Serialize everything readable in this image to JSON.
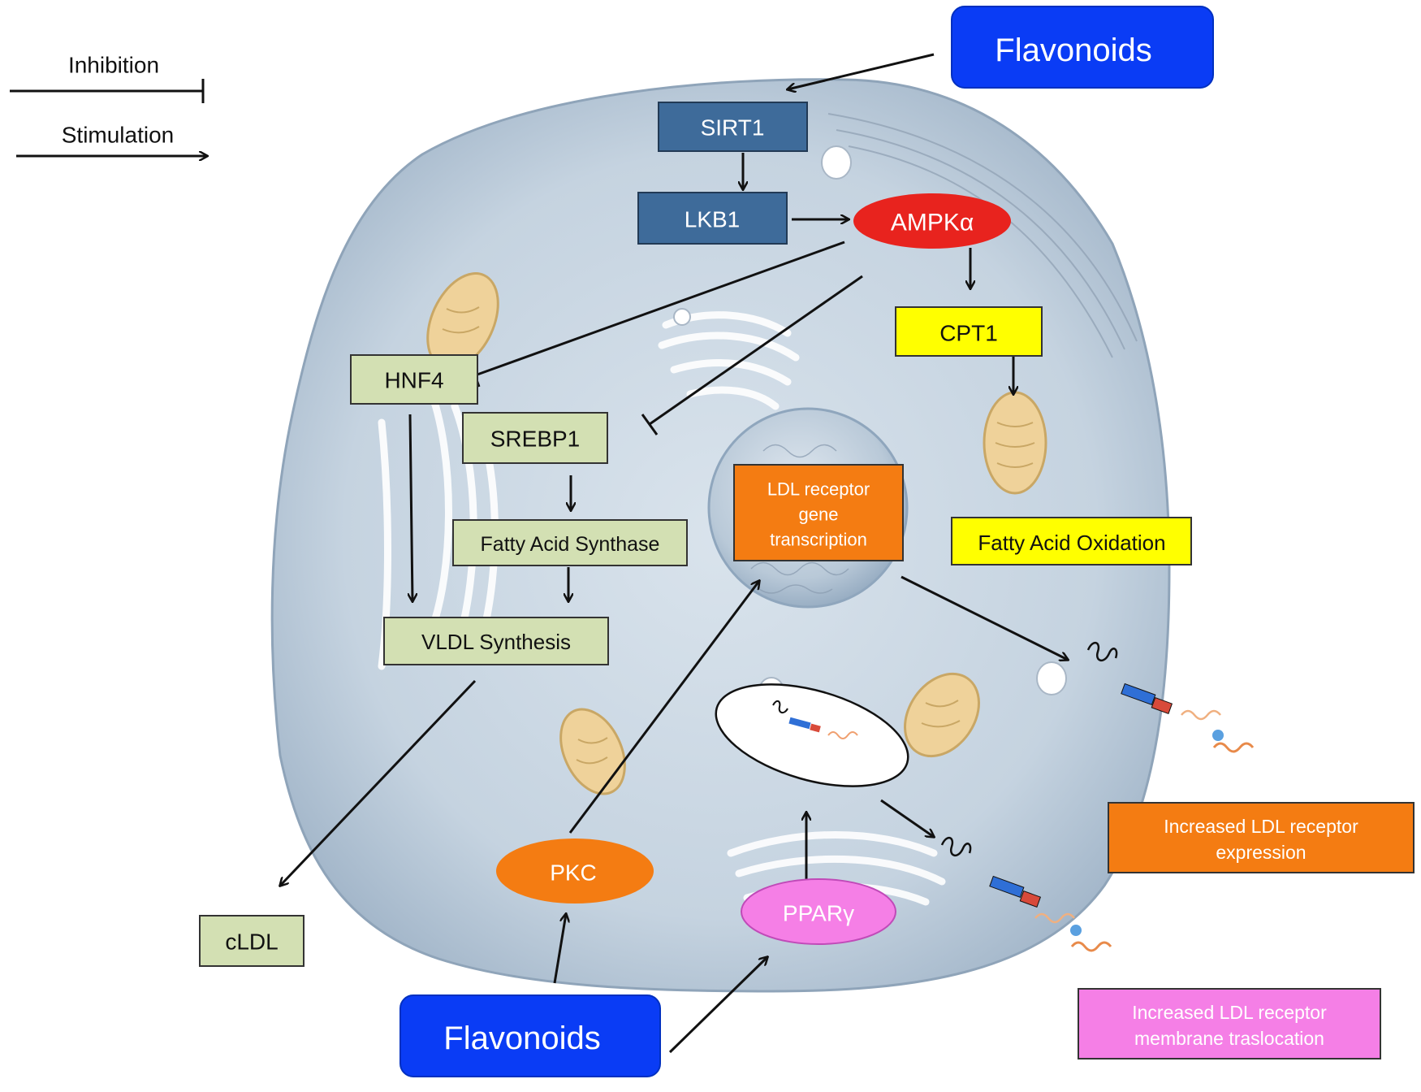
{
  "legend": {
    "inhibition": "Inhibition",
    "stimulation": "Stimulation"
  },
  "nodes": {
    "flavonoids_top": "Flavonoids",
    "flavonoids_bottom": "Flavonoids",
    "sirt1": "SIRT1",
    "lkb1": "LKB1",
    "ampk": "AMPKα",
    "cpt1": "CPT1",
    "fatty_acid_oxidation": "Fatty Acid Oxidation",
    "hnf4": "HNF4",
    "srebp1": "SREBP1",
    "fatty_acid_synthase": "Fatty Acid Synthase",
    "vldl_synthesis": "VLDL Synthesis",
    "cldl": "cLDL",
    "ldl_gene_line1": "LDL receptor",
    "ldl_gene_line2": "gene",
    "ldl_gene_line3": "transcription",
    "pkc": "PKC",
    "ppar": "PPARγ",
    "increased_expression_line1": "Increased LDL receptor",
    "increased_expression_line2": "expression",
    "increased_translocation_line1": "Increased LDL receptor",
    "increased_translocation_line2": "membrane traslocation"
  },
  "colors": {
    "flavonoids": "#0a3cf5",
    "kinase_box": "#3e6b9a",
    "ampk": "#e8231e",
    "yellow_box": "#ffff00",
    "green_box": "#d3e0b3",
    "orange": "#f47c12",
    "pink": "#f57fe6",
    "cell": "#c9d6e3"
  }
}
